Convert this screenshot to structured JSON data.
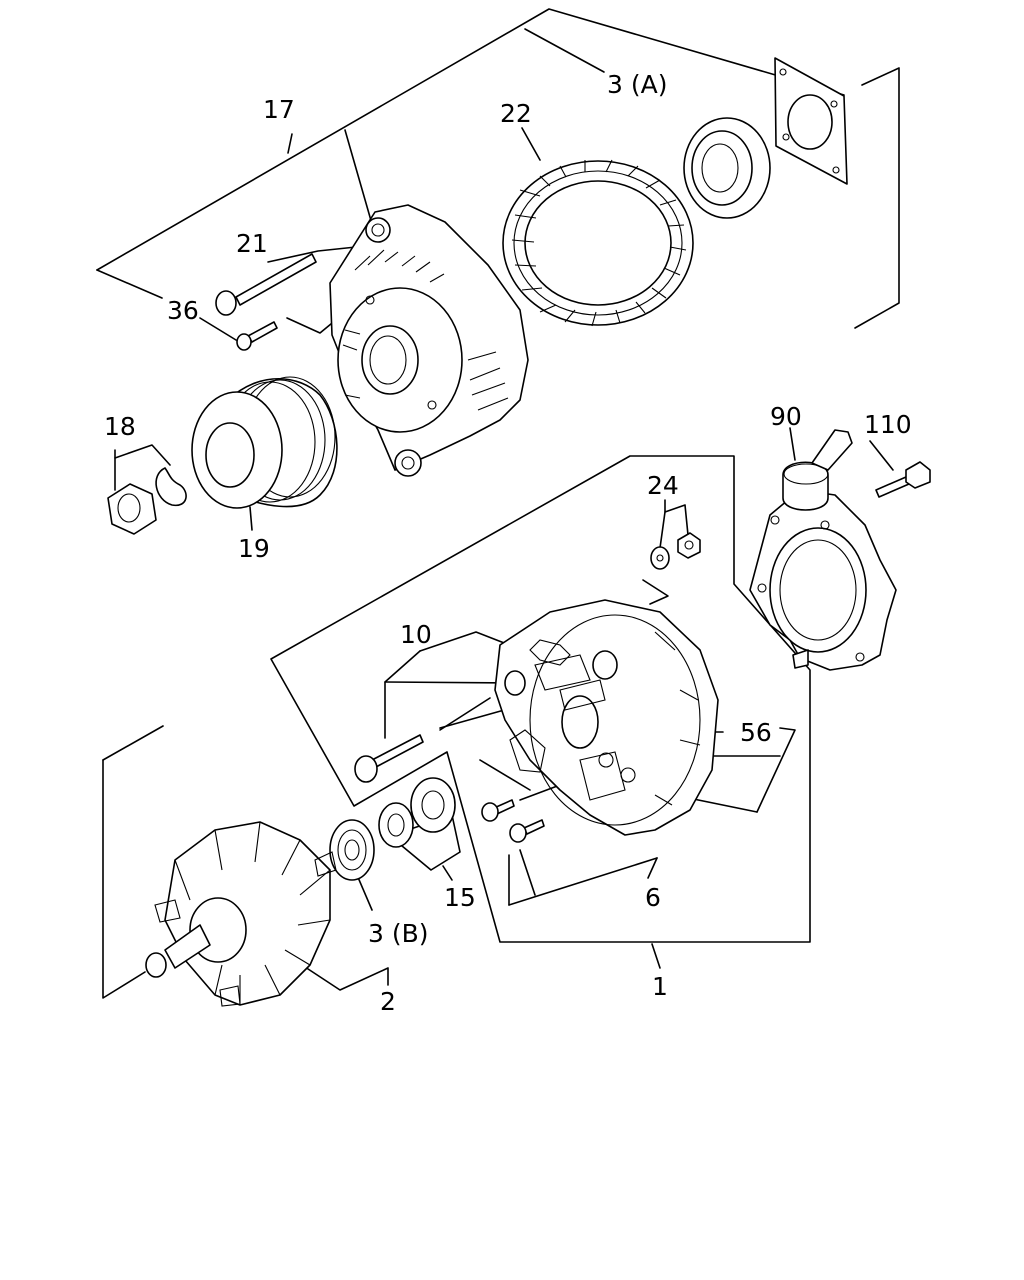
{
  "callouts": {
    "c17": "17",
    "c22": "22",
    "c3a": "3 (A)",
    "c21": "21",
    "c36": "36",
    "c18": "18",
    "c19": "19",
    "c90": "90",
    "c110": "110",
    "c24": "24",
    "c10": "10",
    "c56": "56",
    "c15": "15",
    "c6": "6",
    "c3b": "3 (B)",
    "c2": "2",
    "c1": "1"
  }
}
